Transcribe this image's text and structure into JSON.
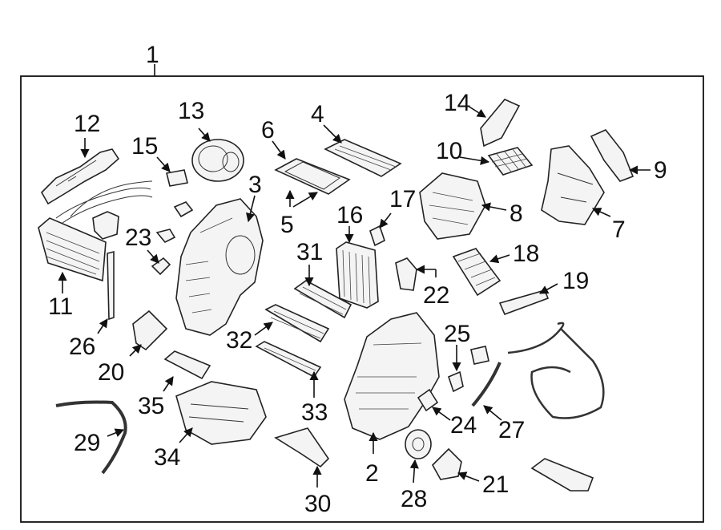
{
  "diagram": {
    "callouts": {
      "n1": "1",
      "n2": "2",
      "n3": "3",
      "n4": "4",
      "n5": "5",
      "n6": "6",
      "n7": "7",
      "n8": "8",
      "n9": "9",
      "n10": "10",
      "n11": "11",
      "n12": "12",
      "n13": "13",
      "n14": "14",
      "n15": "15",
      "n16": "16",
      "n17": "17",
      "n18": "18",
      "n19": "19",
      "n20": "20",
      "n21": "21",
      "n22": "22",
      "n23": "23",
      "n24": "24",
      "n25": "25",
      "n26": "26",
      "n27": "27",
      "n28": "28",
      "n29": "29",
      "n30": "30",
      "n31": "31",
      "n32": "32",
      "n33": "33",
      "n34": "34",
      "n35": "35"
    },
    "colors": {
      "line": "#222222",
      "fill": "#f4f4f4",
      "background": "#ffffff"
    }
  }
}
